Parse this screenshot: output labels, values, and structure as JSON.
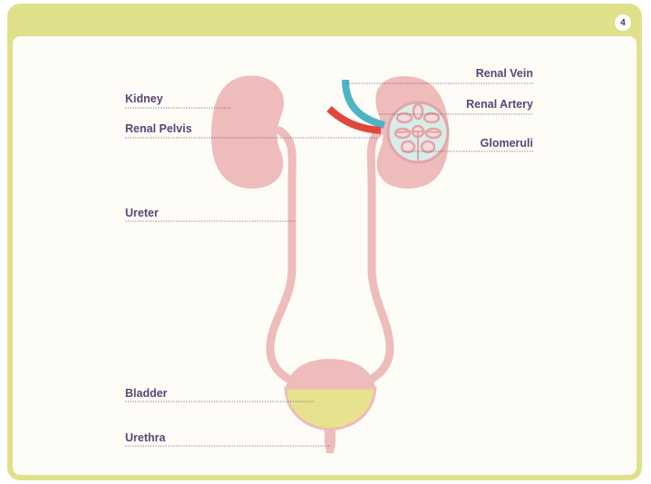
{
  "page": {
    "number": "4"
  },
  "labels": {
    "kidney": "Kidney",
    "renal_pelvis": "Renal Pelvis",
    "ureter": "Ureter",
    "bladder": "Bladder",
    "urethra": "Urethra",
    "renal_vein": "Renal Vein",
    "renal_artery": "Renal Artery",
    "glomeruli": "Glomeruli"
  },
  "colors": {
    "frame": "#dfe08a",
    "organ": "#eebcbb",
    "organ_outline": "#e3a5a7",
    "urine": "#e6e28e",
    "vein": "#4fb3c6",
    "artery": "#e0483c",
    "glomeruli_fill": "#d8ece8",
    "label": "#5a4478",
    "leader": "#5a4478"
  }
}
